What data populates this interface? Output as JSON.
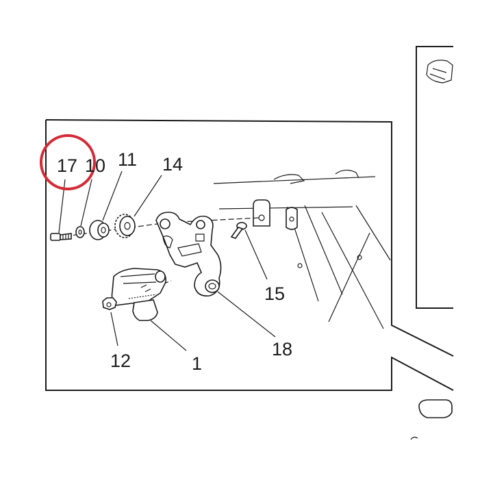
{
  "diagram": {
    "callouts": [
      {
        "id": "17",
        "label": "17",
        "highlighted": true
      },
      {
        "id": "10",
        "label": "10",
        "highlighted": false
      },
      {
        "id": "11",
        "label": "11",
        "highlighted": false
      },
      {
        "id": "14",
        "label": "14",
        "highlighted": false
      },
      {
        "id": "15",
        "label": "15",
        "highlighted": false
      },
      {
        "id": "18",
        "label": "18",
        "highlighted": false
      },
      {
        "id": "12",
        "label": "12",
        "highlighted": false
      },
      {
        "id": "1",
        "label": "1",
        "highlighted": false
      }
    ],
    "colors": {
      "line": "#1a1a1a",
      "highlight_ring": "#d42a35",
      "background": "#ffffff"
    }
  }
}
